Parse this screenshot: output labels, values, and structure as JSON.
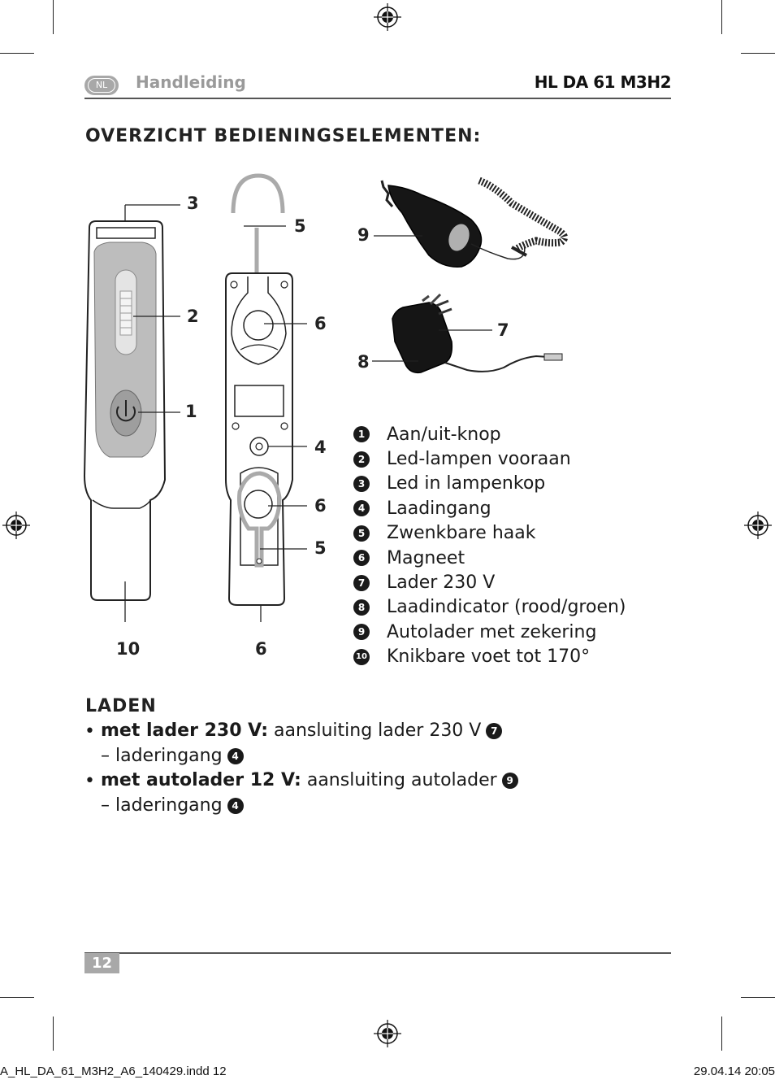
{
  "header": {
    "lang_badge": "NL",
    "title": "Handleiding",
    "model": "HL DA 61 M3H2"
  },
  "section_title": "OVERZICHT BEDIENINGSELEMENTEN:",
  "callouts": {
    "c3": "3",
    "c2": "2",
    "c1": "1",
    "c10": "10",
    "c5a": "5",
    "c6a": "6",
    "c4": "4",
    "c6b": "6",
    "c5b": "5",
    "c6c": "6",
    "c9": "9",
    "c7": "7",
    "c8": "8"
  },
  "legend": [
    {
      "num": "1",
      "text": "Aan/uit-knop"
    },
    {
      "num": "2",
      "text": "Led-lampen vooraan"
    },
    {
      "num": "3",
      "text": "Led in lampenkop"
    },
    {
      "num": "4",
      "text": "Laadingang"
    },
    {
      "num": "5",
      "text": "Zwenkbare haak"
    },
    {
      "num": "6",
      "text": "Magneet"
    },
    {
      "num": "7",
      "text": "Lader 230 V"
    },
    {
      "num": "8",
      "text": "Laadindicator (rood/groen)"
    },
    {
      "num": "9",
      "text": "Autolader met zekering"
    },
    {
      "num": "10",
      "text": "Knikbare voet tot 170°"
    }
  ],
  "laden": {
    "title": "LADEN",
    "bullet_char": "•",
    "items": [
      {
        "bold": "met lader 230 V:",
        "text": " aansluiting lader 230 V",
        "ref": "7",
        "line2": "– laderingang",
        "ref2": "4"
      },
      {
        "bold": "met autolader 12 V:",
        "text": " aansluiting autolader",
        "ref": "9",
        "line2": "– laderingang",
        "ref2": "4"
      }
    ]
  },
  "footer": {
    "page_number": "12",
    "slug_left": "A_HL_DA_61_M3H2_A6_140429.indd   12",
    "slug_right": "29.04.14   20:05"
  }
}
